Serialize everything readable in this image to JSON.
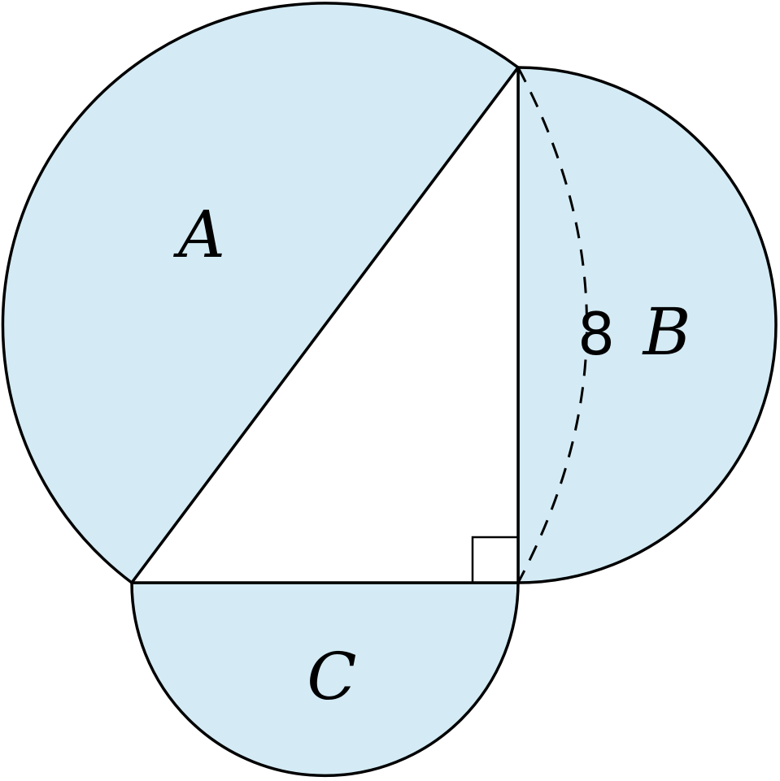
{
  "diagram": {
    "labels": {
      "region_a": "A",
      "region_b": "B",
      "region_c": "C",
      "side_length": "8"
    },
    "colors": {
      "fill": "#d4ebf5",
      "stroke": "#000000"
    }
  }
}
